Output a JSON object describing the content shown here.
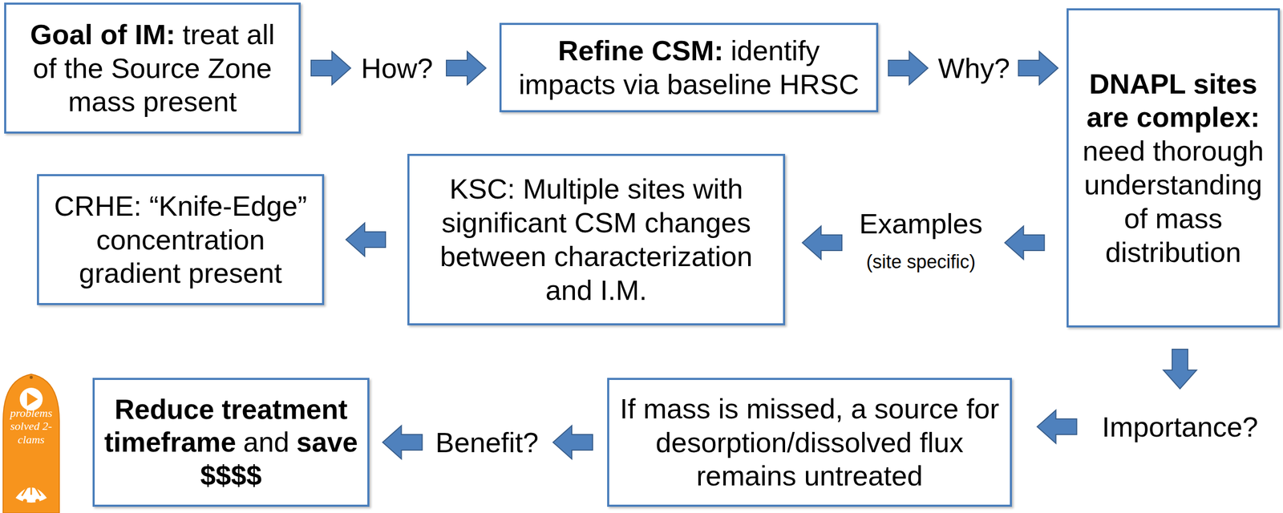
{
  "diagram": {
    "nodes": [
      {
        "text": [
          "Goal of IM:",
          "treat all of the Source Zone mass present"
        ]
      },
      {
        "text": [
          "Refine CSM:",
          "identify impacts via baseline HRSC"
        ]
      },
      {
        "text": [
          "DNAPL sites are complex:",
          "need thorough understanding of mass distribution"
        ]
      },
      {
        "text": [
          "KSC: Multiple sites with significant CSM changes between characterization and I.M."
        ]
      },
      {
        "text": [
          "CRHE: “Knife-Edge” concentration gradient present"
        ]
      },
      {
        "text": [
          "If mass is missed, a source for desorption/dissolved flux remains untreated"
        ]
      },
      {
        "text": [
          "Reduce treatment timeframe",
          "and",
          "save $$$$"
        ]
      }
    ],
    "edges": [
      {
        "from": 0,
        "to": 1,
        "label": "How?",
        "arrow": "to"
      },
      {
        "from": 1,
        "to": 2,
        "label": "Why?",
        "arrow": "to"
      },
      {
        "from": 2,
        "to": 3,
        "label": "Examples",
        "arrow": "to"
      },
      {
        "from": 3,
        "to": 4,
        "arrow": "to"
      },
      {
        "from": 2,
        "to": 5,
        "label": "Importance?",
        "arrow": "to"
      },
      {
        "from": 5,
        "to": 6,
        "label": "Benefit?",
        "arrow": "to"
      }
    ],
    "labels": [
      "(site specific)",
      "problems solved 2-clams"
    ]
  }
}
